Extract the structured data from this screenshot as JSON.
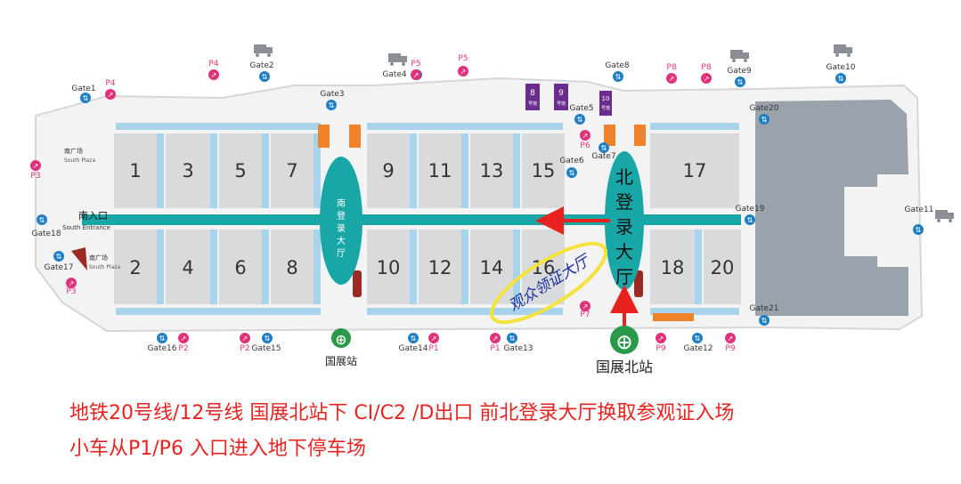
{
  "halls": [
    "1",
    "2",
    "3",
    "4",
    "5",
    "6",
    "7",
    "8",
    "9",
    "10",
    "11",
    "12",
    "13",
    "14",
    "15",
    "16",
    "17",
    "18",
    "20"
  ],
  "small_halls": [
    {
      "num": "8",
      "sub": "号馆"
    },
    {
      "num": "9",
      "sub": "号馆"
    },
    {
      "num": "10",
      "sub": "号馆"
    }
  ],
  "gates": [
    "Gate1",
    "Gate2",
    "Gate3",
    "Gate4",
    "Gate5",
    "Gate6",
    "Gate7",
    "Gate8",
    "Gate9",
    "Gate10",
    "Gate11",
    "Gate12",
    "Gate13",
    "Gate14",
    "Gate15",
    "Gate16",
    "Gate17",
    "Gate18",
    "Gate19",
    "Gate20",
    "Gate21"
  ],
  "parking": [
    "P1",
    "P2",
    "P3",
    "P4",
    "P5",
    "P6",
    "P7",
    "P8",
    "P9"
  ],
  "plaza": {
    "south_cn": "南广场",
    "south_en": "South Plaza",
    "entrance_cn": "南入口",
    "entrance_en": "South Entrance"
  },
  "lobby_south": "南登录大厅",
  "lobby_north": "北登录大厅",
  "stations": {
    "guozhan": "国展站",
    "guozhan_north": "国展北站"
  },
  "badge_pickup": "观众领证大厅",
  "captions": {
    "line1": "地铁20号线/12号线 国展北站下 CI/C2 /D出口 前北登录大厅换取参观证入场",
    "line2": "小车从P1/P6 入口进入地下停车场"
  },
  "colors": {
    "hall": "#d9dadc",
    "corridor": "#18a6a6",
    "lobby": "#18a6a6",
    "gate_icon": "#1f7fc4",
    "parking_icon": "#e0327a",
    "orange": "#f0832a",
    "arrow_red": "#e8231f",
    "metro_green": "#2a9a48"
  }
}
